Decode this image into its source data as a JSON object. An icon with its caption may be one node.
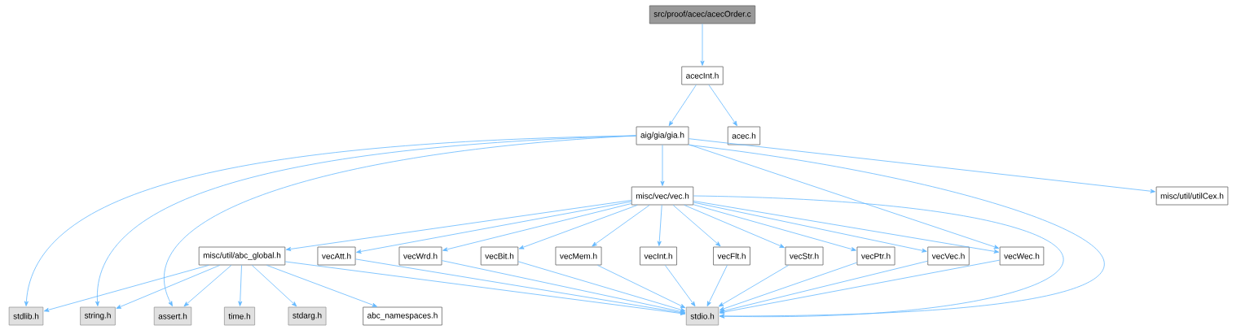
{
  "diagram": {
    "nodes": [
      {
        "text": [
          "src/proof/acec/acecOrder.c"
        ]
      },
      {
        "text": [
          "acecInt.h"
        ]
      },
      {
        "text": [
          "aig/gia/gia.h"
        ]
      },
      {
        "text": [
          "acec.h"
        ]
      },
      {
        "text": [
          "misc/vec/vec.h"
        ]
      },
      {
        "text": [
          "misc/util/utilCex.h"
        ]
      },
      {
        "text": [
          "misc/util/abc_global.h"
        ]
      },
      {
        "text": [
          "vecAtt.h"
        ]
      },
      {
        "text": [
          "vecWrd.h"
        ]
      },
      {
        "text": [
          "vecBit.h"
        ]
      },
      {
        "text": [
          "vecMem.h"
        ]
      },
      {
        "text": [
          "vecInt.h"
        ]
      },
      {
        "text": [
          "vecFlt.h"
        ]
      },
      {
        "text": [
          "vecStr.h"
        ]
      },
      {
        "text": [
          "vecPtr.h"
        ]
      },
      {
        "text": [
          "vecVec.h"
        ]
      },
      {
        "text": [
          "vecWec.h"
        ]
      },
      {
        "text": [
          "stdlib.h"
        ]
      },
      {
        "text": [
          "string.h"
        ]
      },
      {
        "text": [
          "assert.h"
        ]
      },
      {
        "text": [
          "time.h"
        ]
      },
      {
        "text": [
          "stdarg.h"
        ]
      },
      {
        "text": [
          "abc_namespaces.h"
        ]
      },
      {
        "text": [
          "stdio.h"
        ]
      }
    ],
    "edges": [
      {
        "from": 0,
        "to": 1,
        "arrow": "to"
      },
      {
        "from": 1,
        "to": 2,
        "arrow": "to"
      },
      {
        "from": 1,
        "to": 3,
        "arrow": "to"
      },
      {
        "from": 2,
        "to": 4,
        "arrow": "to"
      },
      {
        "from": 2,
        "to": 5,
        "arrow": "to"
      },
      {
        "from": 2,
        "to": 17,
        "arrow": "to"
      },
      {
        "from": 2,
        "to": 18,
        "arrow": "to"
      },
      {
        "from": 2,
        "to": 19,
        "arrow": "to"
      },
      {
        "from": 2,
        "to": 16,
        "arrow": "to"
      },
      {
        "from": 2,
        "to": 23,
        "arrow": "to"
      },
      {
        "from": 4,
        "to": 6,
        "arrow": "to"
      },
      {
        "from": 4,
        "to": 7,
        "arrow": "to"
      },
      {
        "from": 4,
        "to": 8,
        "arrow": "to"
      },
      {
        "from": 4,
        "to": 9,
        "arrow": "to"
      },
      {
        "from": 4,
        "to": 10,
        "arrow": "to"
      },
      {
        "from": 4,
        "to": 11,
        "arrow": "to"
      },
      {
        "from": 4,
        "to": 12,
        "arrow": "to"
      },
      {
        "from": 4,
        "to": 13,
        "arrow": "to"
      },
      {
        "from": 4,
        "to": 14,
        "arrow": "to"
      },
      {
        "from": 4,
        "to": 15,
        "arrow": "to"
      },
      {
        "from": 4,
        "to": 16,
        "arrow": "to"
      },
      {
        "from": 4,
        "to": 23,
        "arrow": "to"
      },
      {
        "from": 6,
        "to": 17,
        "arrow": "to"
      },
      {
        "from": 6,
        "to": 18,
        "arrow": "to"
      },
      {
        "from": 6,
        "to": 19,
        "arrow": "to"
      },
      {
        "from": 6,
        "to": 20,
        "arrow": "to"
      },
      {
        "from": 6,
        "to": 21,
        "arrow": "to"
      },
      {
        "from": 6,
        "to": 22,
        "arrow": "to"
      },
      {
        "from": 6,
        "to": 23,
        "arrow": "to"
      },
      {
        "from": 7,
        "to": 23,
        "arrow": "to"
      },
      {
        "from": 8,
        "to": 23,
        "arrow": "to"
      },
      {
        "from": 9,
        "to": 23,
        "arrow": "to"
      },
      {
        "from": 10,
        "to": 23,
        "arrow": "to"
      },
      {
        "from": 11,
        "to": 23,
        "arrow": "to"
      },
      {
        "from": 12,
        "to": 23,
        "arrow": "to"
      },
      {
        "from": 13,
        "to": 23,
        "arrow": "to"
      },
      {
        "from": 14,
        "to": 23,
        "arrow": "to"
      },
      {
        "from": 15,
        "to": 23,
        "arrow": "to"
      },
      {
        "from": 16,
        "to": 23,
        "arrow": "to"
      }
    ]
  }
}
